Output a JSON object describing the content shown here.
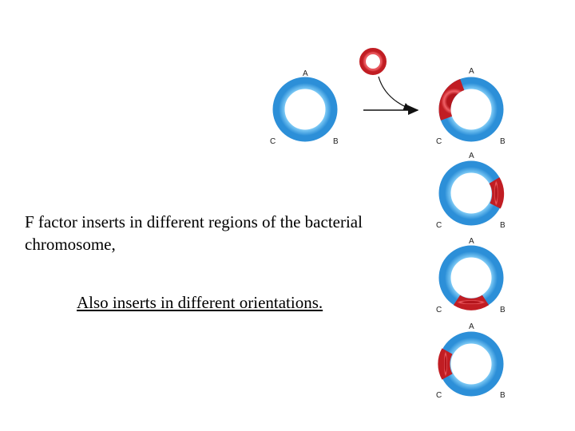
{
  "labels": {
    "a": "A",
    "b": "B",
    "c": "C"
  },
  "caption": {
    "line1": "F factor inserts in different regions of the bacterial chromosome,",
    "line2": "Also inserts in different orientations."
  },
  "colors": {
    "chromosome": "#3aa2e4",
    "insert": "#d7272e",
    "arrow": "#111111"
  }
}
